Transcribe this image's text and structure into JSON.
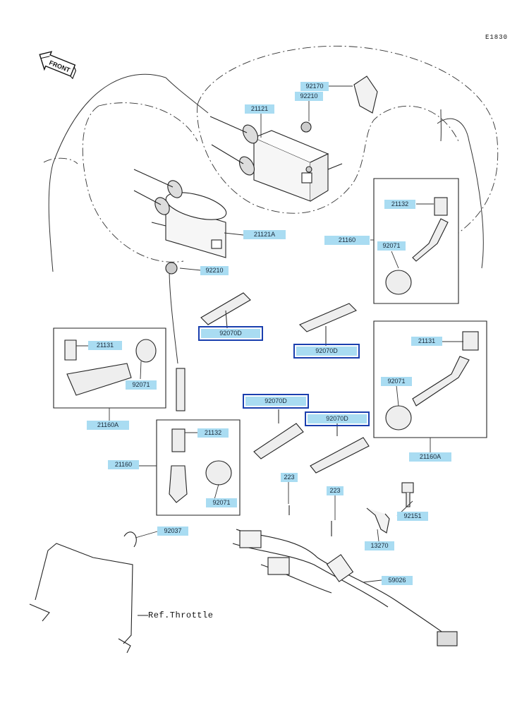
{
  "diagram_code": "E1830",
  "front_label": "FRONT",
  "ref_note": "Ref.Throttle",
  "parts": {
    "p92170": "92170",
    "p92210_top": "92210",
    "p21121": "21121",
    "p21132_r": "21132",
    "p21121A": "21121A",
    "p21160_r": "21160",
    "p92071_r1": "92071",
    "p92210_l": "92210",
    "p92070D_1": "92070D",
    "p92070D_2": "92070D",
    "p21131_l": "21131",
    "p21131_r": "21131",
    "p92071_l": "92071",
    "p92071_r2": "92071",
    "p92070D_3": "92070D",
    "p92070D_4": "92070D",
    "p21160A_l": "21160A",
    "p21132_b": "21132",
    "p21160_b": "21160",
    "p21160A_r": "21160A",
    "p223_a": "223",
    "p223_b": "223",
    "p92151": "92151",
    "p92071_b": "92071",
    "p92037": "92037",
    "p13270": "13270",
    "p59026": "59026"
  }
}
